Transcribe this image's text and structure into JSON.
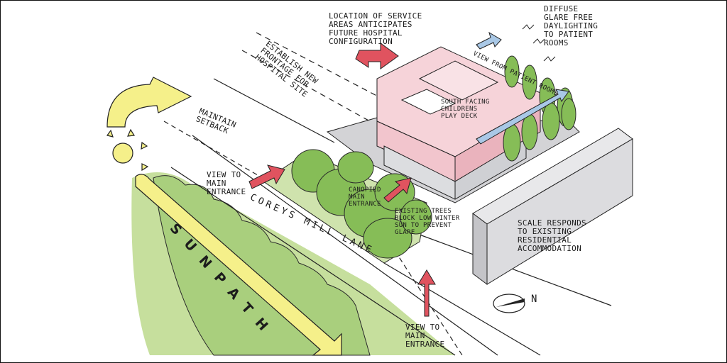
{
  "labels": {
    "service_areas": "LOCATION OF SERVICE\nAREAS ANTICIPATES\nFUTURE HOSPITAL\nCONFIGURATION",
    "diffuse_glare": "DIFFUSE\nGLARE FREE\nDAYLIGHTING\nTO PATIENT\nROOMS",
    "view_from_patient_rooms": "VIEW FROM PATIENT ROOMS",
    "frontage": "ESTABLISH NEW\nFRONTAGE FOR\nHOSPITAL SITE",
    "play_deck": "SOUTH FACING\nCHILDRENS\nPLAY DECK",
    "maintain_setback": "MAINTAIN\nSETBACK",
    "view_main_entrance_left": "VIEW TO\nMAIN\nENTRANCE",
    "canopied_entrance": "CANOPIED\nMAIN\nENTRANCE",
    "existing_trees": "EXISTING TREES\nBLOCK LOW WINTER\nSUN TO PREVENT\nGLARE",
    "scale_responds": "SCALE RESPONDS\nTO EXISTING\nRESIDENTIAL\nACCOMMODATION",
    "street_name": "COREYS MILL LANE",
    "sun_path": "SUNPATH",
    "view_main_entrance_bottom": "VIEW TO\nMAIN\nENTRANCE",
    "north": "N"
  },
  "colors": {
    "sun_yellow": "#f5f08a",
    "building_pink": "#f6d3d9",
    "arrow_red": "#e0535f",
    "tree_green": "#7fb552",
    "grass_green": "#b9d88e",
    "sky_arrow_blue": "#a9c8e6",
    "residential_grey": "#d9d9dc"
  }
}
